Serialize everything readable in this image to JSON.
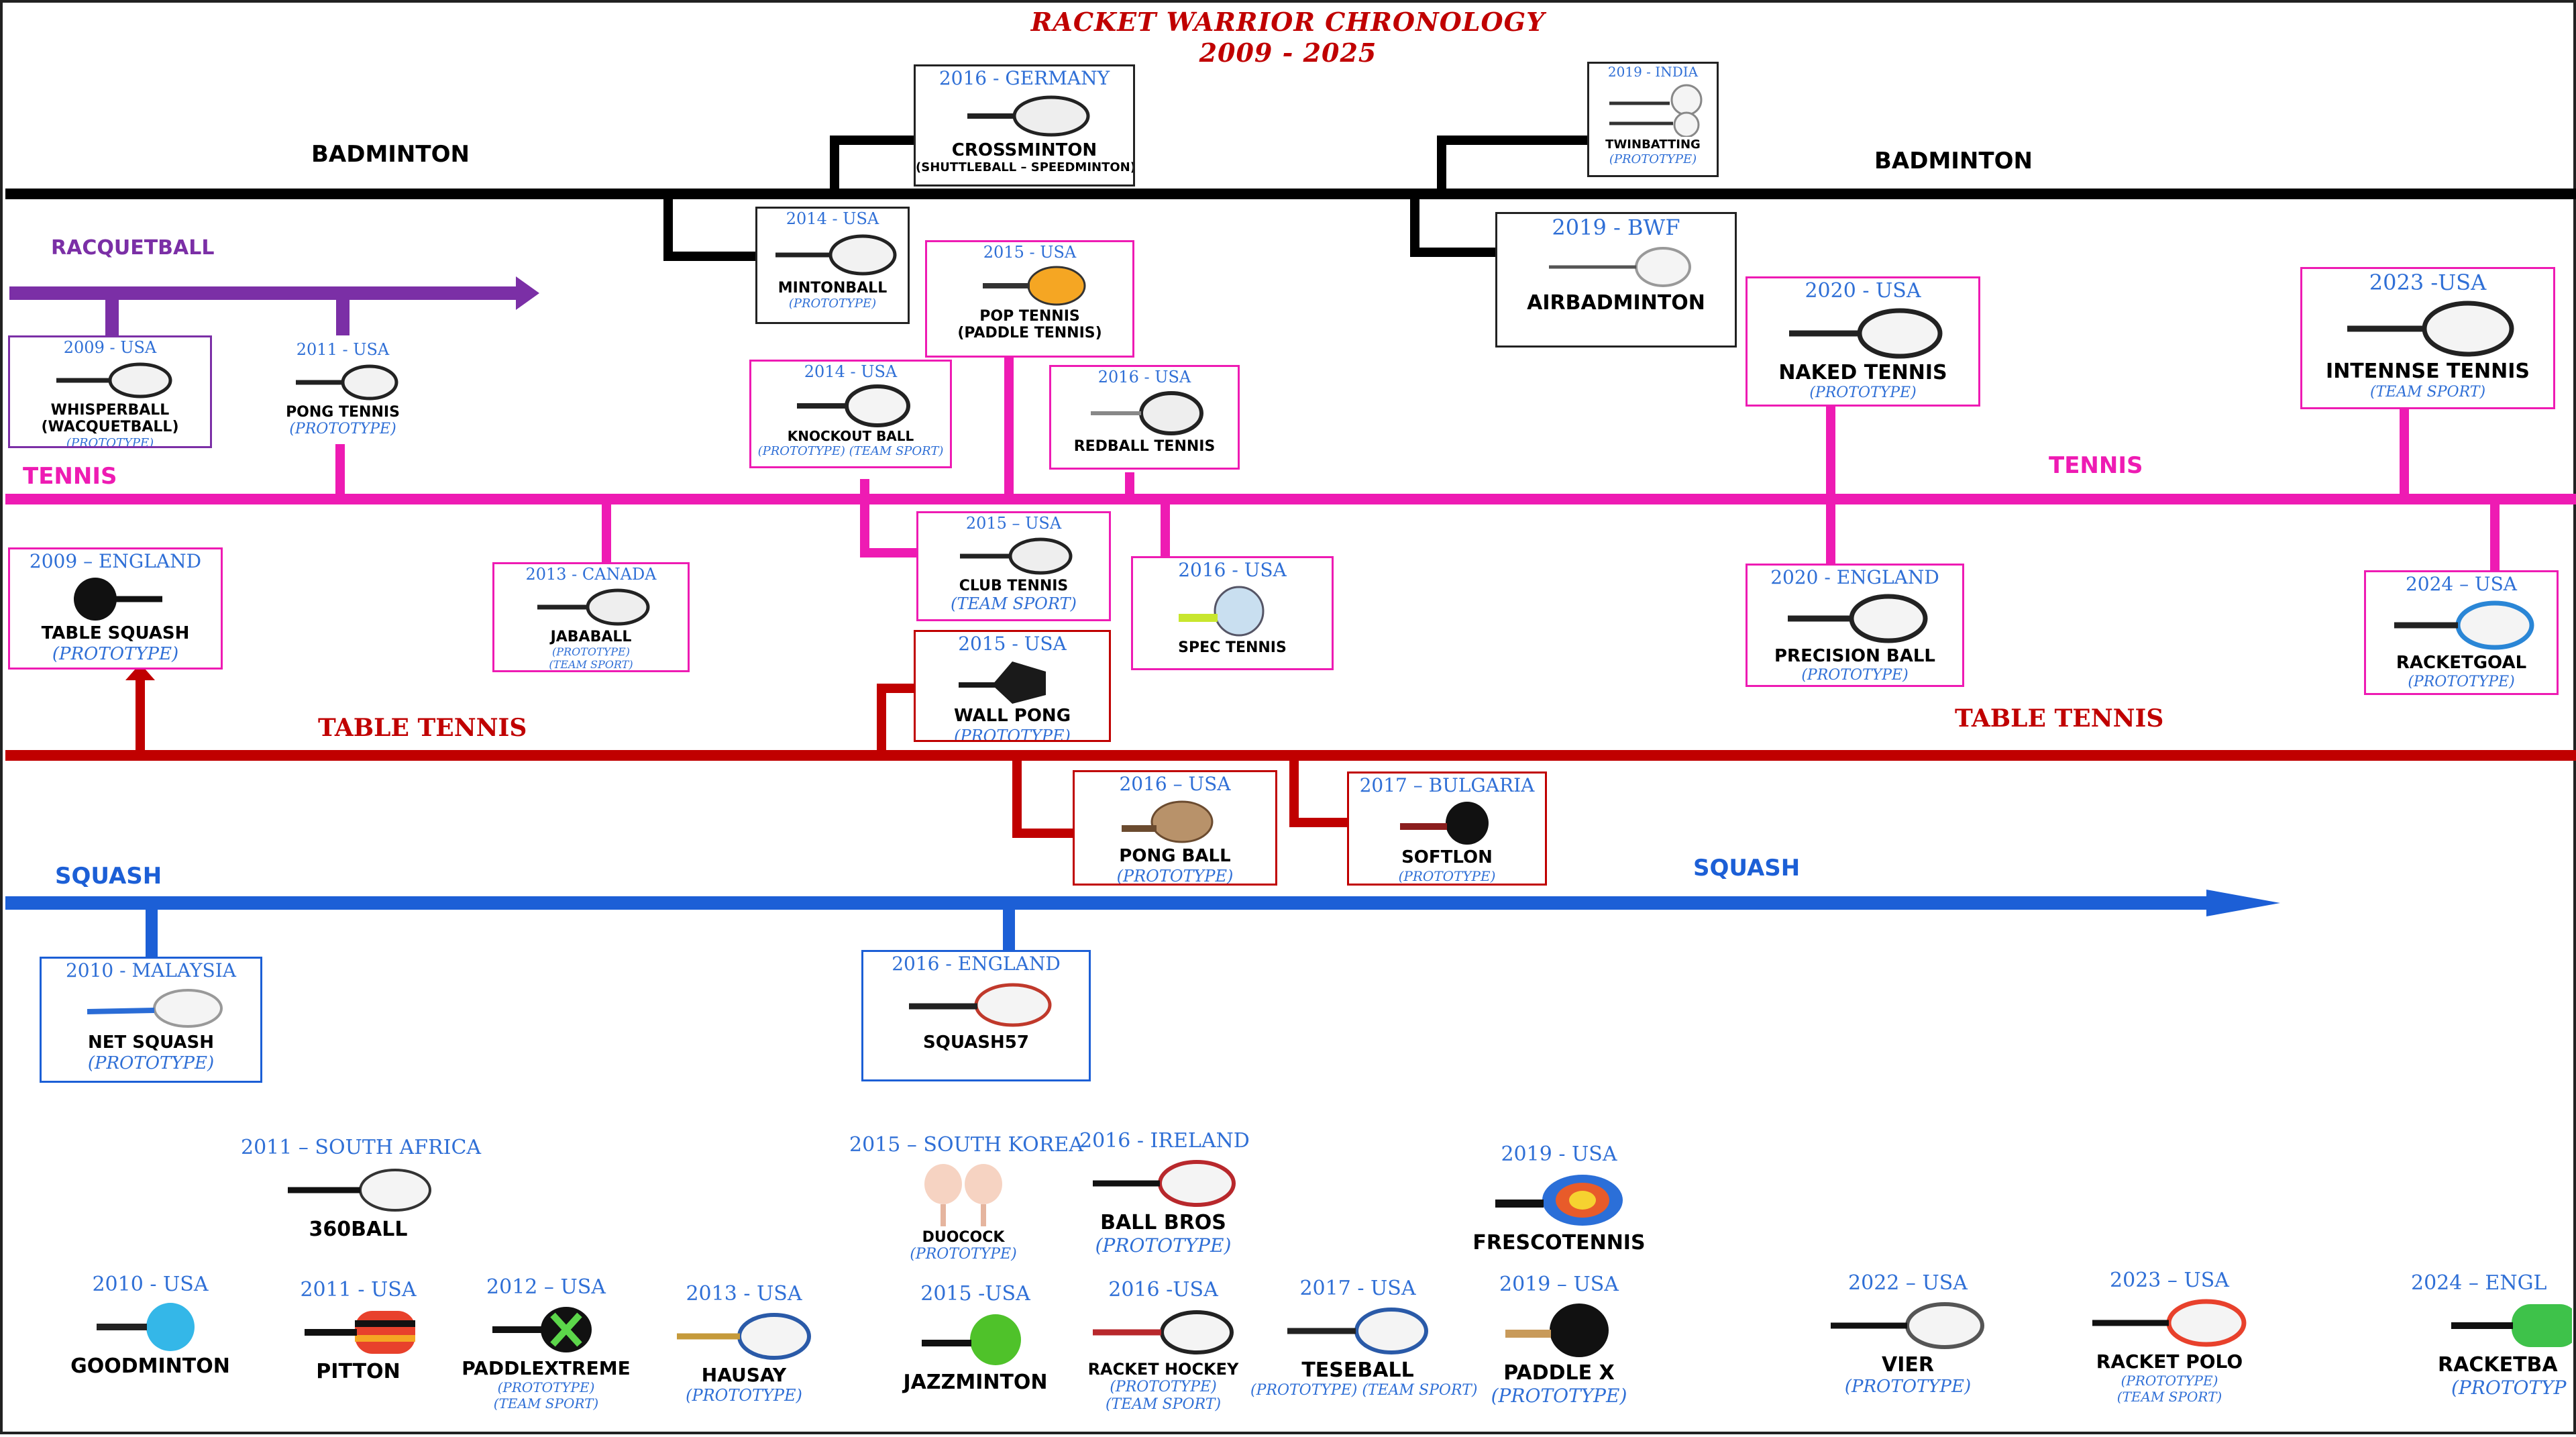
{
  "title": {
    "line1": "RACKET WARRIOR CHRONOLOGY",
    "line2": "2009  -  2025"
  },
  "colors": {
    "badminton": "#000000",
    "racquetball": "#7b2fa6",
    "tennis": "#ee1bb3",
    "table_tennis": "#c00000",
    "squash": "#1c5fd6",
    "year_text": "#2f6fd6"
  },
  "line_labels": {
    "badminton_left": "BADMINTON",
    "badminton_right": "BADMINTON",
    "racquetball": "RACQUETBALL",
    "tennis_left": "TENNIS",
    "tennis_right": "TENNIS",
    "table_tennis_left": "TABLE TENNIS",
    "table_tennis_right": "TABLE TENNIS",
    "squash_left": "SQUASH",
    "squash_right": "SQUASH"
  },
  "sports": [
    {
      "id": "crossminton",
      "year": "2016 - GERMANY",
      "name": "CROSSMINTON",
      "note": "(SHUTTLEBALL – SPEEDMINTON)",
      "icon": "squash-racket-icon"
    },
    {
      "id": "twinbatting",
      "year": "2019 - INDIA",
      "name": "TWINBATTING",
      "note": "(PROTOTYPE)",
      "icon": "twin-bat-icon"
    },
    {
      "id": "mintonball",
      "year": "2014 - USA",
      "name": "MINTONBALL",
      "note": "(PROTOTYPE)",
      "icon": "squash-racket-icon"
    },
    {
      "id": "airbadminton",
      "year": "2019 - BWF",
      "name": "AIRBADMINTON",
      "note": "",
      "icon": "badminton-racket-icon"
    },
    {
      "id": "whisperball",
      "year": "2009 - USA",
      "name": "WHISPERBALL",
      "name2": "(WACQUETBALL)",
      "note": "(PROTOTYPE)",
      "icon": "squash-racket-icon"
    },
    {
      "id": "pongtennis",
      "year": "2011 - USA",
      "name": "PONG TENNIS",
      "note": "(PROTOTYPE)",
      "icon": "squash-racket-icon"
    },
    {
      "id": "poptennis",
      "year": "2015 - USA",
      "name": "POP TENNIS",
      "name2": "(PADDLE TENNIS)",
      "note": "",
      "icon": "paddle-icon"
    },
    {
      "id": "knockoutball",
      "year": "2014 - USA",
      "name": "KNOCKOUT BALL",
      "note": "(PROTOTYPE) (TEAM SPORT)",
      "icon": "tennis-racket-icon"
    },
    {
      "id": "redball",
      "year": "2016 - USA",
      "name": "REDBALL TENNIS",
      "note": "",
      "icon": "tennis-racket-icon"
    },
    {
      "id": "nakedtennis",
      "year": "2020 - USA",
      "name": "NAKED TENNIS",
      "note": "(PROTOTYPE)",
      "icon": "tennis-racket-icon"
    },
    {
      "id": "intennse",
      "year": "2023 -USA",
      "name": "INTENNSE TENNIS",
      "note": "(TEAM SPORT)",
      "icon": "tennis-racket-icon"
    },
    {
      "id": "tablesquash",
      "year": "2009 – ENGLAND",
      "name": "TABLE SQUASH",
      "note": "(PROTOTYPE)",
      "icon": "ping-pong-paddle-icon"
    },
    {
      "id": "jababall",
      "year": "2013 - CANADA",
      "name": "JABABALL",
      "note": "(PROTOTYPE)",
      "note2": "(TEAM SPORT)",
      "icon": "tennis-racket-icon"
    },
    {
      "id": "clubtennis",
      "year": "2015 – USA",
      "name": "CLUB TENNIS",
      "note": "(TEAM SPORT)",
      "icon": "tennis-racket-icon"
    },
    {
      "id": "spectennis",
      "year": "2016 - USA",
      "name": "SPEC TENNIS",
      "note": "",
      "icon": "spec-paddle-icon"
    },
    {
      "id": "precisionball",
      "year": "2020 - ENGLAND",
      "name": "PRECISION BALL",
      "note": "(PROTOTYPE)",
      "icon": "tennis-racket-icon"
    },
    {
      "id": "racketgoal",
      "year": "2024 – USA",
      "name": "RACKETGOAL",
      "note": "(PROTOTYPE)",
      "icon": "tennis-racket-icon"
    },
    {
      "id": "wallpong",
      "year": "2015 - USA",
      "name": "WALL PONG",
      "note": "(PROTOTYPE)",
      "icon": "wall-pong-paddle-icon"
    },
    {
      "id": "pongball",
      "year": "2016 – USA",
      "name": "PONG BALL",
      "note": "(PROTOTYPE)",
      "icon": "pong-paddle-icon"
    },
    {
      "id": "softlon",
      "year": "2017 – BULGARIA",
      "name": "SOFTLON",
      "note": "(PROTOTYPE)",
      "icon": "ping-pong-paddle-icon"
    },
    {
      "id": "netsquash",
      "year": "2010 - MALAYSIA",
      "name": "NET SQUASH",
      "note": "(PROTOTYPE)",
      "icon": "squash-racket-icon"
    },
    {
      "id": "squash57",
      "year": "2016 - ENGLAND",
      "name": "SQUASH57",
      "note": "",
      "icon": "squash-racket-icon"
    },
    {
      "id": "360ball",
      "year": "2011 – SOUTH AFRICA",
      "name": "360BALL",
      "note": "",
      "icon": "squash-racket-icon"
    },
    {
      "id": "duocock",
      "year": "2015 – SOUTH KOREA",
      "name": "DUOCOCK",
      "note": "(PROTOTYPE)",
      "icon": "duo-paddle-icon"
    },
    {
      "id": "ballbros",
      "year": "2016 - IRELAND",
      "name": "BALL BROS",
      "note": "(PROTOTYPE)",
      "icon": "squash-racket-icon"
    },
    {
      "id": "frescotennis",
      "year": "2019 - USA",
      "name": "FRESCOTENNIS",
      "note": "",
      "icon": "beach-paddle-icon"
    },
    {
      "id": "goodminton",
      "year": "2010 - USA",
      "name": "GOODMINTON",
      "note": "",
      "icon": "goodminton-paddle-icon"
    },
    {
      "id": "pitton",
      "year": "2011 - USA",
      "name": "PITTON",
      "note": "",
      "icon": "pitton-paddle-icon"
    },
    {
      "id": "paddlextreme",
      "year": "2012 – USA",
      "name": "PADDLEXTREME",
      "note": "(PROTOTYPE)",
      "note2": "(TEAM SPORT)",
      "icon": "paddlextreme-paddle-icon"
    },
    {
      "id": "hausay",
      "year": "2013 - USA",
      "name": "HAUSAY",
      "note": "(PROTOTYPE)",
      "icon": "tennis-racket-icon"
    },
    {
      "id": "jazzminton",
      "year": "2015 -USA",
      "name": "JAZZMINTON",
      "note": "",
      "icon": "jazzminton-paddle-icon"
    },
    {
      "id": "rackethockey",
      "year": "2016 -USA",
      "name": "RACKET HOCKEY",
      "note": "(PROTOTYPE)",
      "note2": "(TEAM SPORT)",
      "icon": "squash-racket-icon"
    },
    {
      "id": "teseball",
      "year": "2017 - USA",
      "name": "TESEBALL",
      "note": "(PROTOTYPE) (TEAM SPORT)",
      "icon": "tennis-racket-icon"
    },
    {
      "id": "paddlex",
      "year": "2019 – USA",
      "name": "PADDLE X",
      "note": "(PROTOTYPE)",
      "icon": "paddle-x-icon"
    },
    {
      "id": "vier",
      "year": "2022 – USA",
      "name": "VIER",
      "note": "(PROTOTYPE)",
      "icon": "tennis-racket-icon"
    },
    {
      "id": "racketpolo",
      "year": "2023 – USA",
      "name": "RACKET POLO",
      "note": "(PROTOTYPE)",
      "note2": "(TEAM SPORT)",
      "icon": "tennis-racket-icon"
    },
    {
      "id": "racketba",
      "year": "2024 – ENGL",
      "name": "RACKETBA",
      "note": "(PROTOTYP",
      "icon": "green-paddle-icon"
    }
  ]
}
